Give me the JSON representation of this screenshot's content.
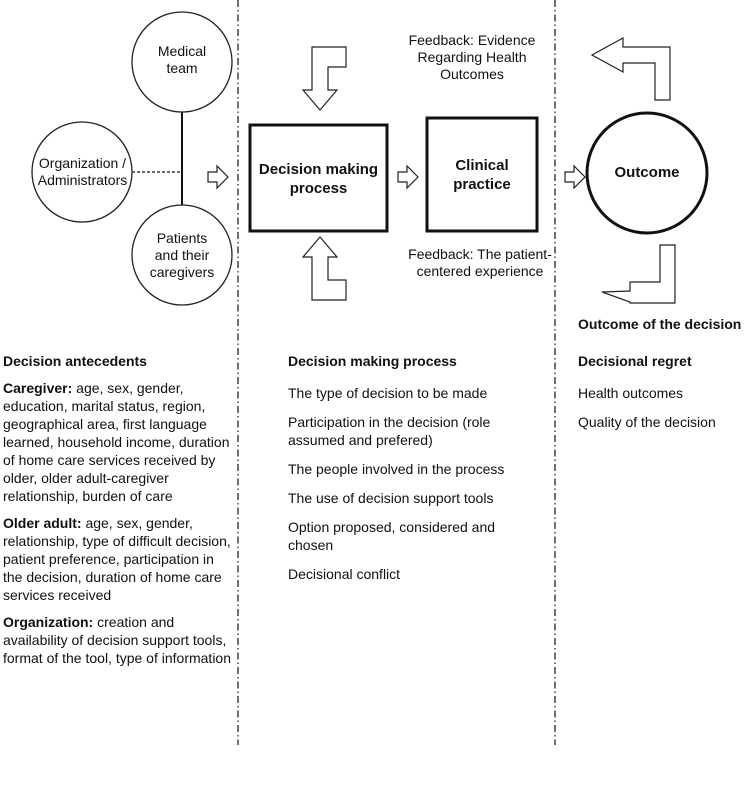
{
  "nodes": {
    "medical_team": "Medical team",
    "organization": "Organization / Administrators",
    "patients": "Patients and their caregivers",
    "decision_process": "Decision making process",
    "clinical_practice": "Clinical practice",
    "outcome": "Outcome"
  },
  "feedback_top": "Feedback: Evidence Regarding Health Outcomes",
  "feedback_bottom": "Feedback: The patient-centered experience",
  "outcome_of_decision": "Outcome of the decision",
  "left_column": {
    "heading": "Decision antecedents",
    "blocks": [
      {
        "label": "Caregiver:",
        "text": " age, sex, gender, education, marital status, region, geographical area, first language learned, household income, duration of home care services received by older, older adult-caregiver relationship, burden of care"
      },
      {
        "label": "Older adult:",
        "text": " age, sex, gender, relationship, type of difficult decision, patient preference, participation in the decision, duration of home care services received"
      },
      {
        "label": "Organization:",
        "text": " creation and availability of decision support tools, format of the tool, type of information"
      }
    ]
  },
  "middle_column": {
    "heading": "Decision making process",
    "items": [
      "The type of decision to be made",
      "Participation in the decision (role assumed and prefered)",
      "The people involved in the process",
      "The use of decision support tools",
      "Option proposed, considered and chosen",
      "Decisional conflict"
    ]
  },
  "right_column": {
    "heading": "Decisional regret",
    "items": [
      "Health outcomes",
      "Quality of the decision"
    ]
  }
}
